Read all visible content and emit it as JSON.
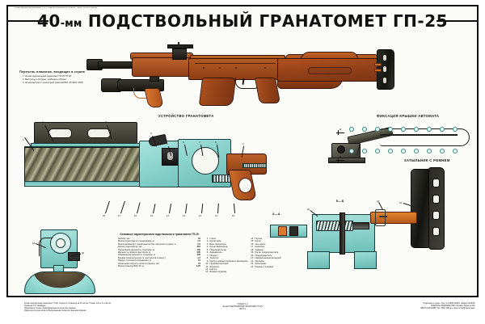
{
  "poster": {
    "top_credit": "40-мм подствольный гранатомет ГП-25. Серия из 3 плакатов на 13 листах. Плакат 1-й из 3-х листов.",
    "title_caliber": "40",
    "title_mm": "-мм",
    "title_main": "ПОДСТВОЛЬНЫЙ ГРАНАТОМЕТ ГП-25"
  },
  "set_list": {
    "heading": "Перечень плакатов, входящих в серию",
    "items": [
      "40-мм подствольный гранатомет ГП-25 ГП-30.",
      "Выстрелы и патроны, разборка и сборка.",
      "40-мм выстрел с осколочной гранатой ВОГ-25 (ВОГ-25П)."
    ]
  },
  "captions": {
    "device": "УСТРОЙСТВО ГРАНАТОМЕТА",
    "cover_lock": "ФИКСАЦИЯ КРЫШКИ АВТОМАТА",
    "buttplate": "ЗАТЫЛЬНИК С РЕМНЕМ",
    "section_bb": "Б—Б",
    "section_aa": "А—А",
    "dim_a_top": "А",
    "dim_a_bottom": "А"
  },
  "specs": {
    "heading": "Основные характеристики подствольного гранатомета ГП-25",
    "rows": [
      {
        "name": "Калибр, мм",
        "value": "40"
      },
      {
        "name": "Масса гранатомета с казенником, кг",
        "value": "1,5"
      },
      {
        "name": "Масса автомата с гранатометом без патронов и гранат, кг",
        "value": "5,0"
      },
      {
        "name": "Длина гранатомета, мм",
        "value": "323"
      },
      {
        "name": "Прицельная дальность стрельбы, м",
        "value": "400"
      },
      {
        "name": "Дальность прямого выстрела, м",
        "value": "200"
      },
      {
        "name": "Наименьшая дальность стрельбы, м",
        "value": "400"
      },
      {
        "name": "Боевая скорострельность, выстрелов в минуту",
        "value": "4-5"
      },
      {
        "name": "Радиус сплошного поражения, м",
        "value": "10"
      },
      {
        "name": "Начальная скорость полета гранаты, м/с",
        "value": "76"
      },
      {
        "name": "Масса гранаты ВОГ-25, кг",
        "value": "0,25"
      }
    ]
  },
  "parts_left": [
    {
      "n": "1.",
      "label": "Ствол."
    },
    {
      "n": "2.",
      "label": "Кронштейн."
    },
    {
      "n": "3.",
      "label": "Винт фиксатора."
    },
    {
      "n": "4.",
      "label": "Рычаг фиксатора."
    },
    {
      "n": "5.",
      "label": "Передний рычаг."
    },
    {
      "n": "6.",
      "label": "Замыкатель."
    },
    {
      "n": "7.",
      "label": "Прицел."
    },
    {
      "n": "8.",
      "label": "Хомутик."
    },
    {
      "n": "9.",
      "label": "Корпус ударно-спускового механизма."
    },
    {
      "n": "10.",
      "label": "Пружина шептала."
    },
    {
      "n": "11.",
      "label": "Рукоятка."
    },
    {
      "n": "12.",
      "label": "Корпус."
    },
    {
      "n": "13.",
      "label": "Боевая пружина."
    }
  ],
  "parts_right": [
    {
      "n": "14.",
      "label": "Гильза."
    },
    {
      "n": "15.",
      "label": "Курок."
    },
    {
      "n": "16.",
      "label": "Ось курка."
    },
    {
      "n": "17.",
      "label": "Казенник."
    },
    {
      "n": "18.",
      "label": "Ударник."
    },
    {
      "n": "19.",
      "label": "Рычаг предохранителя."
    },
    {
      "n": "20.",
      "label": "Предохранитель."
    },
    {
      "n": "21.",
      "label": "Направляющая вкладной."
    },
    {
      "n": "22.",
      "label": "Пружина."
    },
    {
      "n": "23.",
      "label": "Затыльник."
    },
    {
      "n": "24.",
      "label": "Ремень с пряжкой."
    }
  ],
  "callouts_cutaway": [
    "1",
    "2",
    "3",
    "4",
    "5",
    "6",
    "7",
    "8",
    "9",
    "10",
    "11",
    "12",
    "13",
    "14",
    "15",
    "16",
    "17",
    "18"
  ],
  "callouts_lower": [
    "19",
    "20"
  ],
  "callouts_right": [
    "21",
    "22",
    "23",
    "24"
  ],
  "footer": {
    "left": [
      "40-мм подствольный гранатомет ГП-25. Серия из 3 плакатов на 13 листах. Плакат 1-й из 3-х листов.",
      "Художник С.Н. Шиманюк.",
      "Подписано в печать. Информационно-техническое издание.",
      "Издательство допечатки по Вооруженным Силам при военном издании."
    ],
    "center": [
      "ПЛАКАТ 1-й",
      "40-мм ПОДСТВОЛЬНЫЙ ГРАНАТОМЕТ ГП-25",
      "ЛИСТ 1"
    ],
    "right": [
      "Подписано в печать. Изд. № 6109/1-2000/1. Формат 60х90/8.",
      "ВОЕННОЕ ИЗДАТЕЛЬСТВО. Москва. Заказ № 000.",
      "ISBN 5-203-01885. Тир. 3000. 000 экз. Цена по свободной цене."
    ]
  },
  "colors": {
    "metal_teal": "#8fd6d0",
    "wood_brown": "#a9501f",
    "gun_black": "#1d1d19",
    "orange": "#d9772f",
    "paper": "#fbfbf8"
  }
}
